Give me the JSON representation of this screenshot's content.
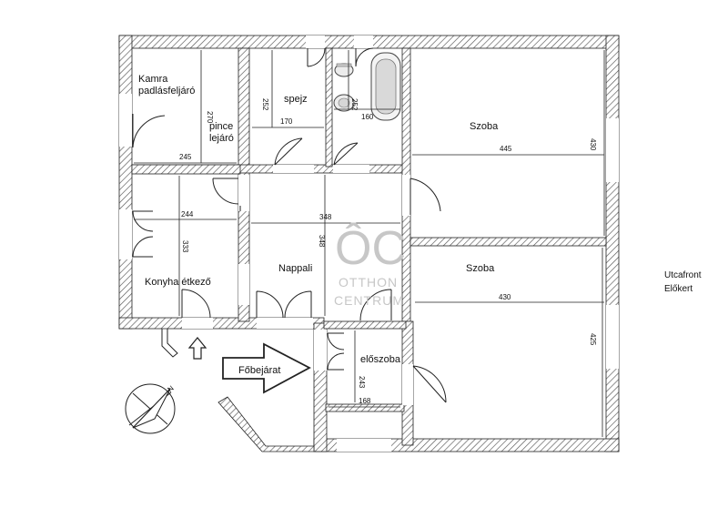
{
  "rooms": {
    "kamra_line1": "Kamra",
    "kamra_line2": "padlásfeljáró",
    "pince_line1": "pince",
    "pince_line2": "lejáró",
    "spejz": "spejz",
    "szoba_top": "Szoba",
    "szoba_bottom": "Szoba",
    "konyha": "Konyha étkező",
    "nappali": "Nappali",
    "eloszoba": "előszoba"
  },
  "dimensions": {
    "d245": "245",
    "d270": "270",
    "d252a": "252",
    "d170": "170",
    "d252b": "252",
    "d160": "160",
    "d445": "445",
    "d430a": "430",
    "d244": "244",
    "d333": "333",
    "d348a": "348",
    "d348b": "348",
    "d430b": "430",
    "d425": "425",
    "d243": "243",
    "d168": "168"
  },
  "labels": {
    "fobejarat": "Főbejárat",
    "utcafront_line1": "Utcafront",
    "utcafront_line2": "Előkert",
    "north": "N"
  },
  "watermark": {
    "logo": "ÔC",
    "line1": "OTTHON",
    "line2": "CENTRUM"
  }
}
